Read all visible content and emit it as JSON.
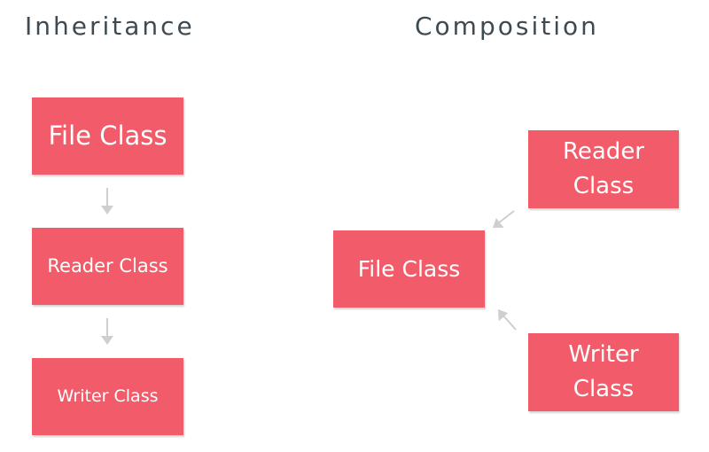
{
  "inheritance": {
    "title": "Inheritance",
    "file_label": "File Class",
    "reader_label": "Reader Class",
    "writer_label": "Writer Class"
  },
  "composition": {
    "title": "Composition",
    "file_label": "File Class",
    "reader_label": "Reader Class",
    "writer_label": "Writer Class"
  },
  "colors": {
    "box_fill": "#f25c6a",
    "box_text": "#ffffff",
    "heading_text": "#3e4a52",
    "arrow": "#cfcfcf"
  }
}
